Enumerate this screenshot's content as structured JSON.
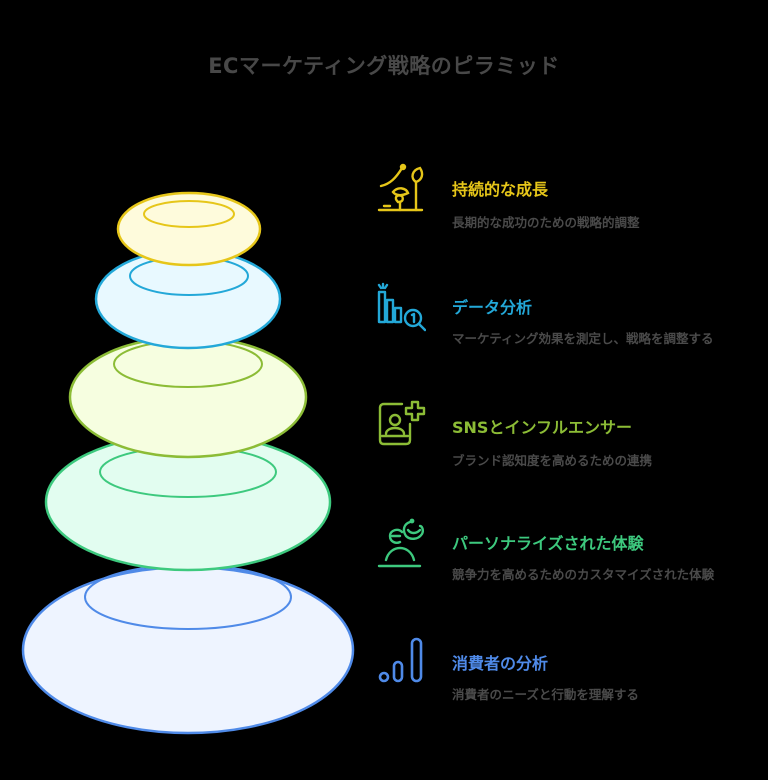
{
  "title": "ECマーケティング戦略のピラミッド",
  "colors": {
    "background": "#000000",
    "title": "#484848",
    "description": "#4a4a4a",
    "level1": {
      "stroke": "#e6c619",
      "fill": "#fefbdc"
    },
    "level2": {
      "stroke": "#23a8d8",
      "fill": "#e8f9ff"
    },
    "level3": {
      "stroke": "#8cbc36",
      "fill": "#f6fee0"
    },
    "level4": {
      "stroke": "#3dc97e",
      "fill": "#e2fdf0"
    },
    "level5": {
      "stroke": "#4f8ae8",
      "fill": "#eef4ff"
    }
  },
  "items": [
    {
      "icon": "plant-growth-icon",
      "heading": "持続的な成長",
      "description": "長期的な成功のための戦略的調整",
      "color": "#e6c619"
    },
    {
      "icon": "data-analysis-icon",
      "heading": "データ分析",
      "description": "マーケティング効果を測定し、戦略を調整する",
      "color": "#23a8d8"
    },
    {
      "icon": "social-influencer-icon",
      "heading": "SNSとインフルエンサー",
      "description": "ブランド認知度を高めるための連携",
      "color": "#8cbc36"
    },
    {
      "icon": "personalized-experience-icon",
      "heading": "パーソナライズされた体験",
      "description": "競争力を高めるためのカスタマイズされた体験",
      "color": "#3dc97e"
    },
    {
      "icon": "consumer-analysis-icon",
      "heading": "消費者の分析",
      "description": "消費者のニーズと行動を理解する",
      "color": "#4f8ae8"
    }
  ]
}
